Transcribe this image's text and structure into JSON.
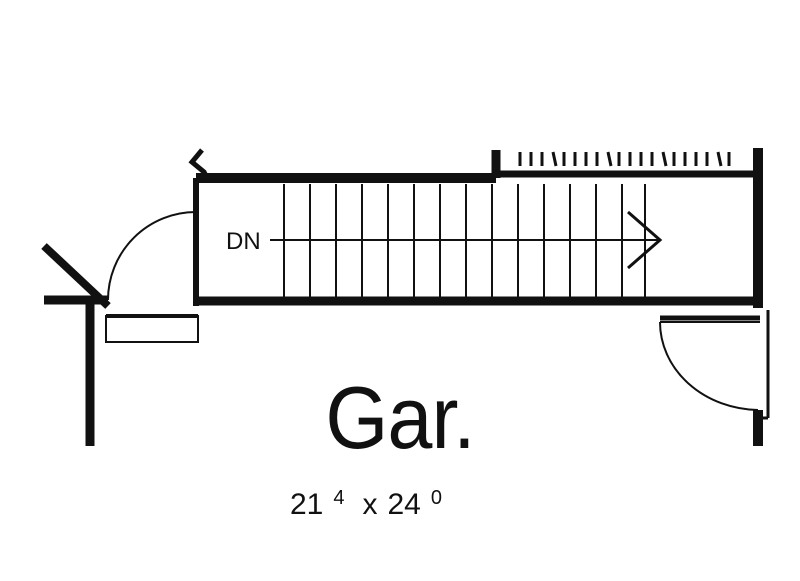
{
  "plan": {
    "room_name": "Gar.",
    "stair_direction_label": "DN",
    "dimensions": {
      "width_feet": "21",
      "width_inches": "4",
      "separator": "x",
      "length_feet": "24",
      "length_inches": "0"
    }
  }
}
